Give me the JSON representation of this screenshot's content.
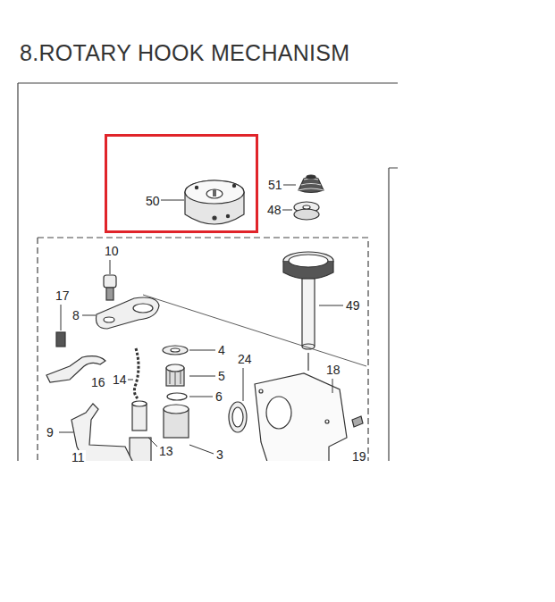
{
  "diagram": {
    "title": "8.ROTARY HOOK MECHANISM",
    "nodes": [
      {
        "text": [
          "50"
        ]
      }
    ],
    "labels": [
      "51",
      "48",
      "10",
      "49",
      "17",
      "8",
      "4",
      "24",
      "18",
      "14",
      "5",
      "16",
      "6",
      "9",
      "13",
      "3",
      "11",
      "19"
    ]
  }
}
